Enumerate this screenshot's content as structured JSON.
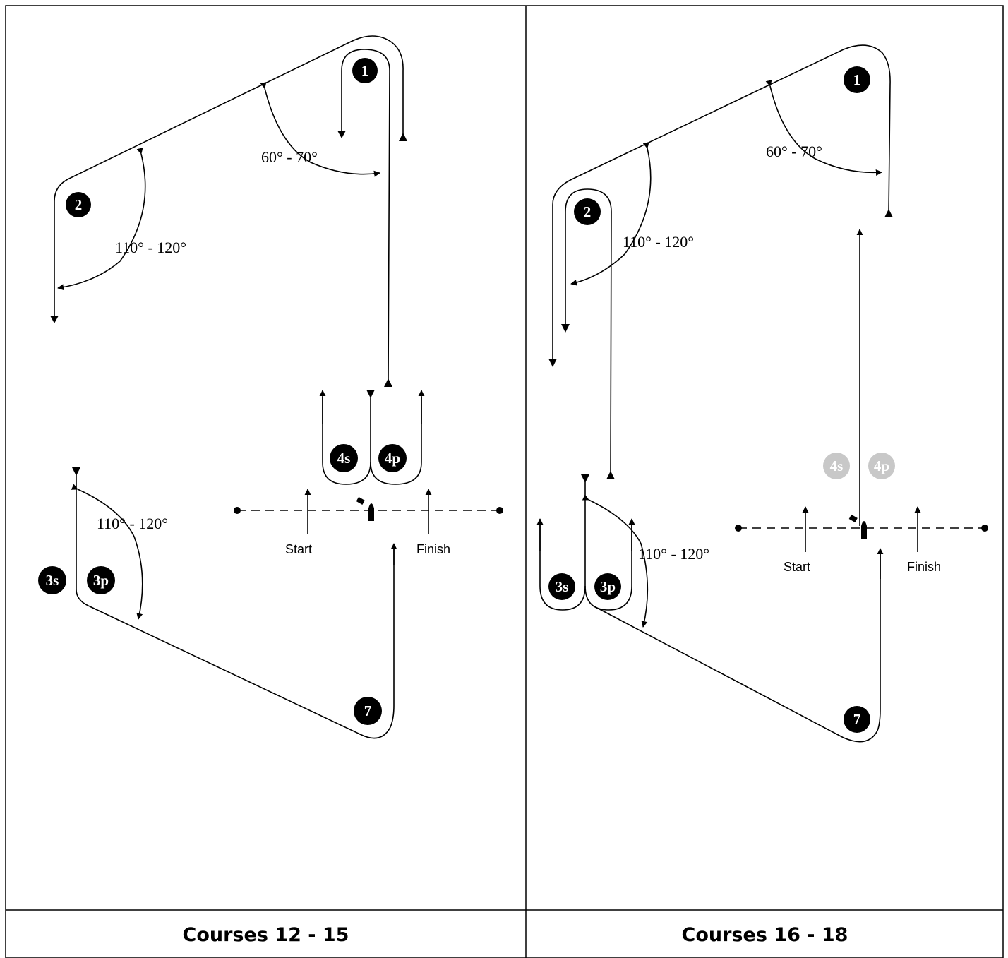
{
  "captions": {
    "left": "Courses 12 - 15",
    "right": "Courses 16 - 18"
  },
  "left_diagram": {
    "angles": {
      "top": "60° - 70°",
      "upper_left": "110° - 120°",
      "lower_left": "110° - 120°"
    },
    "marks": {
      "m1": "1",
      "m2": "2",
      "m3s": "3s",
      "m3p": "3p",
      "m4s": "4s",
      "m4p": "4p",
      "m7": "7"
    },
    "start_label": "Start",
    "finish_label": "Finish"
  },
  "right_diagram": {
    "angles": {
      "top": "60° - 70°",
      "upper_left": "110° - 120°",
      "lower_left": "110° - 120°"
    },
    "marks": {
      "m1": "1",
      "m2": "2",
      "m3s": "3s",
      "m3p": "3p",
      "m4s": "4s",
      "m4p": "4p",
      "m7": "7"
    },
    "start_label": "Start",
    "finish_label": "Finish"
  },
  "colors": {
    "line": "#000000",
    "mark_fill": "#000000",
    "inactive_mark_fill": "#c8c8c8"
  }
}
